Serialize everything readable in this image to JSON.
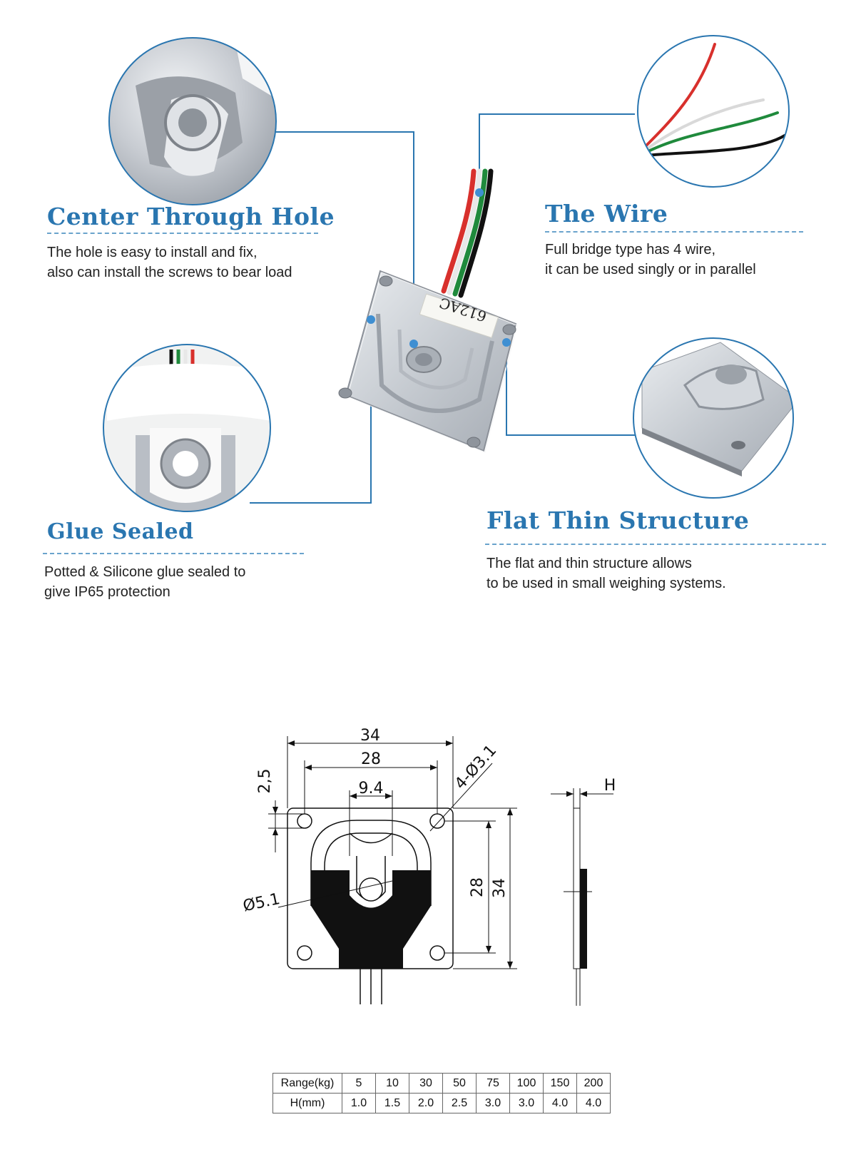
{
  "features": [
    {
      "title": "Center Through Hole",
      "desc": [
        "The hole is easy to install and fix,",
        "also can install the screws to bear load"
      ]
    },
    {
      "title": "The Wire",
      "desc": [
        "Full bridge type has 4 wire,",
        "it can be used singly or in parallel"
      ]
    },
    {
      "title": "Glue Sealed",
      "desc": [
        "Potted & Silicone glue sealed to",
        "give IP65 protection"
      ]
    },
    {
      "title": "Flat Thin Structure",
      "desc": [
        "The flat and thin structure allows",
        "to be used in small weighing systems."
      ]
    }
  ],
  "sensor_label": "612AC",
  "drawing": {
    "dims": {
      "d34_top": "34",
      "d28_top": "28",
      "d9_4": "9.4",
      "d2_5": "2,5",
      "holes": "4-Ø3.1",
      "center": "Ø5.1",
      "d28_side": "28",
      "d34_side": "34",
      "h": "H"
    }
  },
  "spec_table": {
    "range_label": "Range(kg)",
    "h_label": "H(mm)",
    "ranges": [
      "5",
      "10",
      "30",
      "50",
      "75",
      "100",
      "150",
      "200"
    ],
    "heights": [
      "1.0",
      "1.5",
      "2.0",
      "2.5",
      "3.0",
      "3.0",
      "4.0",
      "4.0"
    ]
  },
  "colors": {
    "accent": "#2a76b0",
    "wire_red": "#d8302c",
    "wire_green": "#1f8a3c",
    "wire_white": "#e8e8e8",
    "wire_black": "#111111"
  }
}
